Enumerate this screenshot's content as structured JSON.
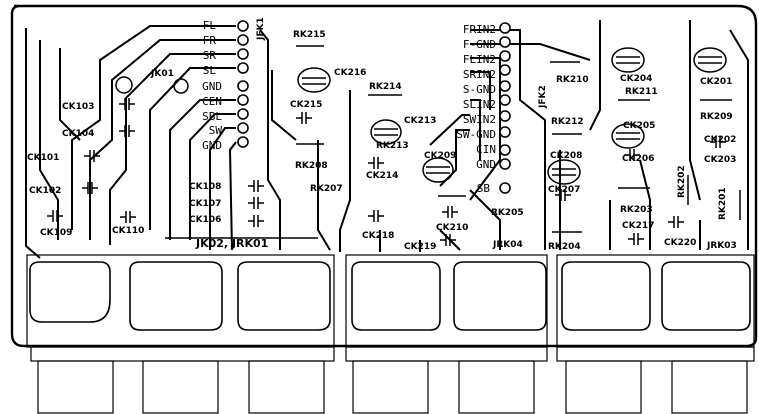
{
  "signals_left": [
    "FL",
    "FR",
    "SR",
    "SL",
    "GND",
    "CEN",
    "SBL",
    "SW",
    "GND"
  ],
  "signals_right": [
    "FRIN2",
    "F-GND",
    "FLIN2",
    "SRIN2",
    "S-GND",
    "SLIN2",
    "SWIN2",
    "SW-GND",
    "CIN",
    "GND",
    "SB"
  ],
  "connectors": {
    "jfk1": "JFK1",
    "jfk2": "JFK2",
    "jk01": "JK01",
    "jk02_jrk01": "JK02, JRK01",
    "jrk04": "JRK04",
    "jrk03": "JRK03"
  },
  "capacitors": {
    "ck101": "CK101",
    "ck102": "CK102",
    "ck103": "CK103",
    "ck104": "CK104",
    "ck106": "CK106",
    "ck107": "CK107",
    "ck108": "CK108",
    "ck109": "CK109",
    "ck110": "CK110",
    "ck201": "CK201",
    "ck202": "CK202",
    "ck203": "CK203",
    "ck204": "CK204",
    "ck205": "CK205",
    "ck206": "CK206",
    "ck207": "CK207",
    "ck208": "CK208",
    "ck209": "CK209",
    "ck210": "CK210",
    "ck213": "CK213",
    "ck214": "CK214",
    "ck215": "CK215",
    "ck216": "CK216",
    "ck217": "CK217",
    "ck218": "CK218",
    "ck219": "CK219",
    "ck220": "CK220"
  },
  "resistors": {
    "rk201": "RK201",
    "rk202": "RK202",
    "rk203": "RK203",
    "rk204": "RK204",
    "rk205": "RK205",
    "rk207": "RK207",
    "rk208": "RK208",
    "rk209": "RK209",
    "rk210": "RK210",
    "rk211": "RK211",
    "rk212": "RK212",
    "rk213": "RK213",
    "rk214": "RK214",
    "rk215": "RK215"
  }
}
